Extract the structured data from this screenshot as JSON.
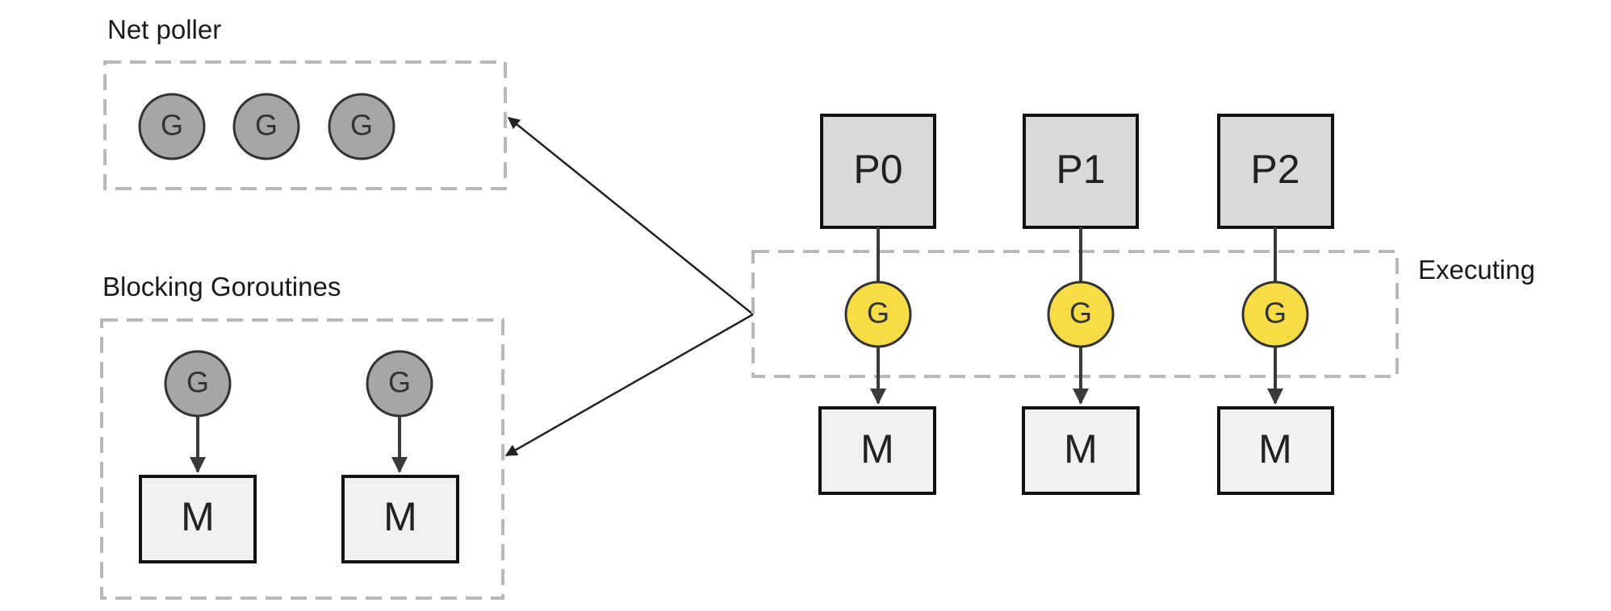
{
  "net_poller": {
    "title": "Net poller",
    "goroutines": [
      "G",
      "G",
      "G"
    ]
  },
  "blocking": {
    "title": "Blocking Goroutines",
    "goroutines": [
      "G",
      "G"
    ],
    "threads": [
      "M",
      "M"
    ]
  },
  "executing": {
    "label": "Executing",
    "processors": [
      "P0",
      "P1",
      "P2"
    ],
    "goroutines": [
      "G",
      "G",
      "G"
    ],
    "threads": [
      "M",
      "M",
      "M"
    ]
  },
  "colors": {
    "running_goroutine": "#f6dd45",
    "idle_goroutine": "#a6a6a6",
    "processor_fill": "#d9d9d9",
    "thread_fill": "#f1f1f1",
    "dashed_border": "#b8b8b8"
  }
}
